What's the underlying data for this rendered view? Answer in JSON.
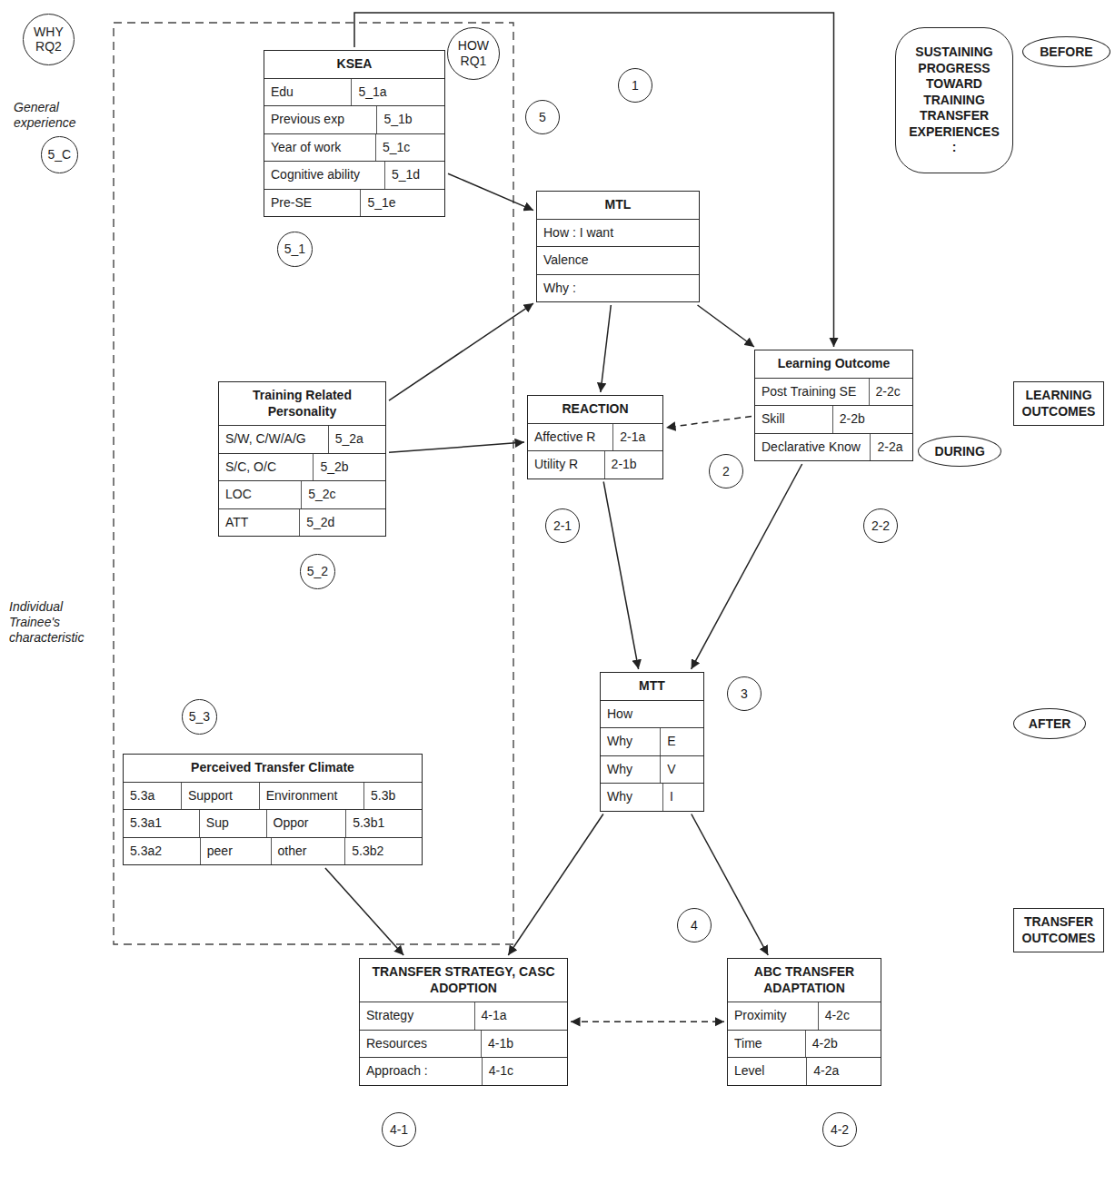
{
  "diagram": {
    "nodes": [
      {
        "text": [
          "SUSTAINING PROGRESS TOWARD TRAINING TRANSFER EXPERIENCES :"
        ]
      },
      {
        "text": [
          "BEFORE"
        ]
      },
      {
        "text": [
          "DURING"
        ]
      },
      {
        "text": [
          "AFTER"
        ]
      },
      {
        "text": [
          "LEARNING OUTCOMES"
        ]
      },
      {
        "text": [
          "TRANSFER OUTCOMES"
        ]
      },
      {
        "text": [
          "1"
        ]
      },
      {
        "text": [
          "MTL",
          "How : I want",
          "Valence",
          "Why :"
        ]
      },
      {
        "text": [
          "5"
        ]
      },
      {
        "text": [
          "HOW",
          "RQ1"
        ]
      },
      {
        "text": [
          "WHY",
          "RQ2"
        ]
      },
      {
        "text": [
          "KSEA",
          "Edu",
          "5_1a",
          "Previous exp",
          "5_1b",
          "Year of work",
          "5_1c",
          "Cognitive ability",
          "5_1d",
          "Pre-SE",
          "5_1e"
        ]
      },
      {
        "text": [
          "5_1"
        ]
      },
      {
        "text": [
          "2"
        ]
      },
      {
        "text": [
          "Learning Outcome",
          "Post Training SE",
          "2-2c",
          "Skill",
          "2-2b",
          "Declarative Know",
          "2-2a"
        ]
      },
      {
        "text": [
          "REACTION",
          "Affective R",
          "2-1a",
          "Utility R",
          "2-1b"
        ]
      },
      {
        "text": [
          "2-1"
        ]
      },
      {
        "text": [
          "2-2"
        ]
      },
      {
        "text": [
          "Training Related Personality",
          "S/W, C/W/A/G",
          "5_2a",
          "S/C, O/C",
          "5_2b",
          "LOC",
          "5_2c",
          "ATT",
          "5_2d"
        ]
      },
      {
        "text": [
          "5_2"
        ]
      },
      {
        "text": [
          "3"
        ]
      },
      {
        "text": [
          "MTT",
          "How",
          "Why",
          "E",
          "Why",
          "V",
          "Why",
          "I"
        ]
      },
      {
        "text": [
          "4"
        ]
      },
      {
        "text": [
          "ABC TRANSFER ADAPTATION",
          "Proximity",
          "4-2c",
          "Time",
          "4-2b",
          "Level",
          "4-2a"
        ]
      },
      {
        "text": [
          "TRANSFER STRATEGY, CASC ADOPTION",
          "Strategy",
          "4-1a",
          "Resources",
          "4-1b",
          "Approach :",
          "4-1c"
        ]
      },
      {
        "text": [
          "4-1"
        ]
      },
      {
        "text": [
          "4-2"
        ]
      },
      {
        "text": [
          "5_3"
        ]
      },
      {
        "text": [
          "Perceived Transfer Climate",
          "5.3a",
          "Support",
          "Environment",
          "5.3b",
          "5.3a1",
          "Sup",
          "Oppor",
          "5.3b1",
          "5.3a2",
          "peer",
          "other",
          "5.3b2"
        ]
      },
      {
        "text": [
          "5_C"
        ]
      }
    ],
    "edges": [
      {
        "from": 11,
        "to": 7,
        "arrow": "to"
      },
      {
        "from": 11,
        "to": 14,
        "arrow": "to"
      },
      {
        "from": 7,
        "to": 14,
        "arrow": "to"
      },
      {
        "from": 7,
        "to": 15,
        "arrow": "to"
      },
      {
        "from": 18,
        "to": 15,
        "arrow": "to"
      },
      {
        "from": 18,
        "to": 7,
        "arrow": "to"
      },
      {
        "from": 14,
        "to": 15,
        "arrow": "to"
      },
      {
        "from": 15,
        "to": 21,
        "arrow": "to"
      },
      {
        "from": 14,
        "to": 21,
        "arrow": "to"
      },
      {
        "from": 21,
        "to": 23,
        "arrow": "to"
      },
      {
        "from": 21,
        "to": 24,
        "arrow": "to"
      },
      {
        "from": 28,
        "to": 24,
        "arrow": "to"
      },
      {
        "from": 24,
        "to": 23,
        "arrow": "both"
      }
    ],
    "labels": [
      "General experience",
      "Individual Trainee's characteristic"
    ]
  }
}
